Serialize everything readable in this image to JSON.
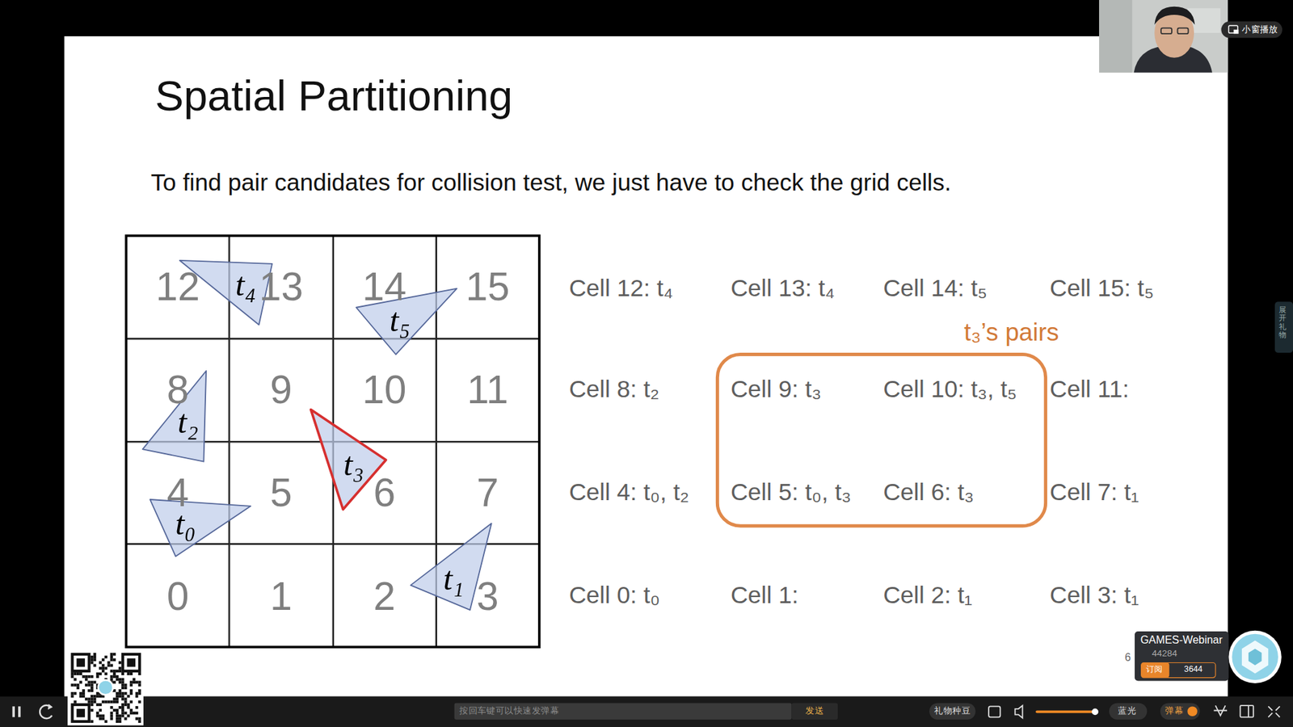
{
  "diagram": {
    "title": "Spatial Partitioning",
    "nodes": [
      {
        "text": [
          "12"
        ]
      },
      {
        "text": [
          "13"
        ]
      },
      {
        "text": [
          "14"
        ]
      },
      {
        "text": [
          "15"
        ]
      },
      {
        "text": [
          "8"
        ]
      },
      {
        "text": [
          "9"
        ]
      },
      {
        "text": [
          "10"
        ]
      },
      {
        "text": [
          "11"
        ]
      },
      {
        "text": [
          "4"
        ]
      },
      {
        "text": [
          "5"
        ]
      },
      {
        "text": [
          "6"
        ]
      },
      {
        "text": [
          "7"
        ]
      },
      {
        "text": [
          "0"
        ]
      },
      {
        "text": [
          "1"
        ]
      },
      {
        "text": [
          "2"
        ]
      },
      {
        "text": [
          "3"
        ]
      },
      {
        "text": [
          "t₄"
        ]
      },
      {
        "text": [
          "t₅"
        ]
      },
      {
        "text": [
          "t₂"
        ]
      },
      {
        "text": [
          "t₃"
        ]
      },
      {
        "text": [
          "t₀"
        ]
      },
      {
        "text": [
          "t₁"
        ]
      },
      {
        "text": [
          "t₃’s pairs"
        ]
      }
    ],
    "labels": [
      "To find pair candidates for collision test, we just have to check the grid cells.",
      "Cell 12: t₄",
      "Cell 13: t₄",
      "Cell 14: t₅",
      "Cell 15: t₅",
      "Cell 8: t₂",
      "Cell 9: t₃",
      "Cell 10: t₃, t₅",
      "Cell 11:",
      "Cell 4: t₀, t₂",
      "Cell 5: t₀, t₃",
      "Cell 6: t₃",
      "Cell 7: t₁",
      "Cell 0: t₀",
      "Cell 1:",
      "Cell 2: t₁",
      "Cell 3: t₁",
      "小窗播放",
      "展开礼物",
      "GAMES-Webinar",
      "44284",
      "订阅",
      "3644",
      "6",
      "按回车键可以快速发弹幕",
      "发送",
      "礼物种豆",
      "蓝光",
      "弹幕"
    ]
  }
}
